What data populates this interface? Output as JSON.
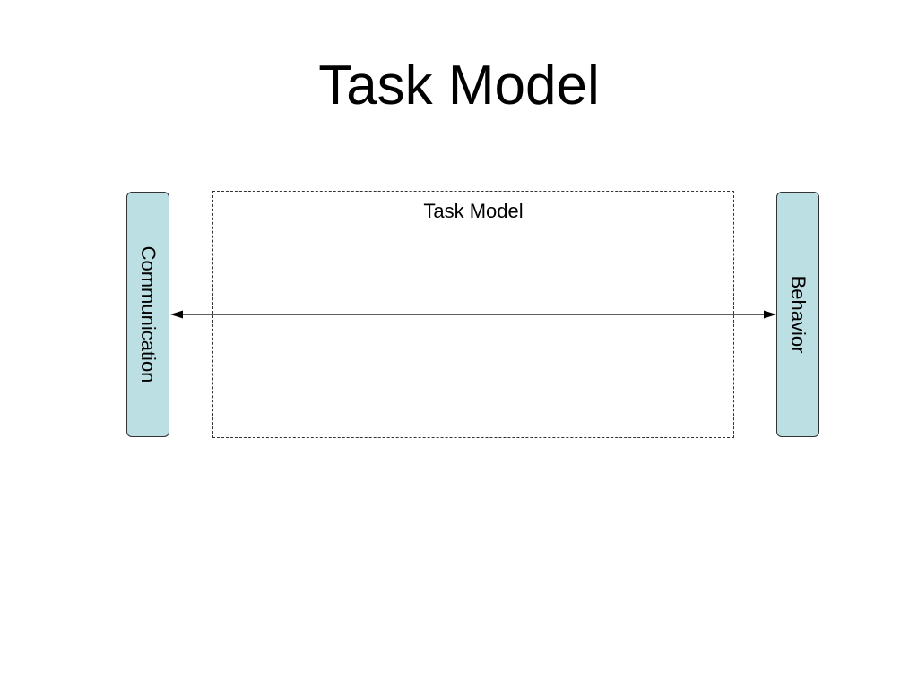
{
  "slide": {
    "title": "Task Model"
  },
  "diagram": {
    "left_box": {
      "label": "Communication",
      "fill": "#bcdfe3"
    },
    "right_box": {
      "label": "Behavior",
      "fill": "#bcdfe3"
    },
    "center_frame": {
      "label": "Task Model"
    },
    "connector": {
      "type": "bidirectional-arrow",
      "from": "Communication",
      "to": "Behavior"
    }
  }
}
